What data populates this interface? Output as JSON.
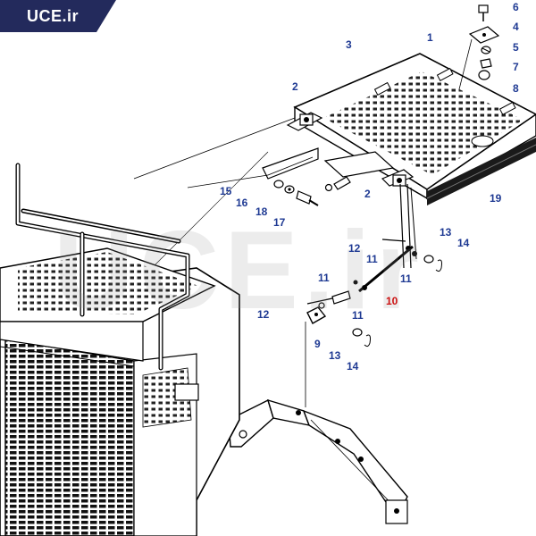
{
  "brand": {
    "label": "UCE.ir",
    "badge_color": "#232a5c",
    "text_color": "#ffffff"
  },
  "watermark": {
    "text": "UCE.ir"
  },
  "callout_colors": {
    "default": "#1f3a93",
    "highlight": "#cc1111"
  },
  "callouts": [
    {
      "id": "c1",
      "label": "1",
      "highlight": false
    },
    {
      "id": "c2a",
      "label": "2",
      "highlight": false
    },
    {
      "id": "c2b",
      "label": "2",
      "highlight": false
    },
    {
      "id": "c3",
      "label": "3",
      "highlight": false
    },
    {
      "id": "c4",
      "label": "4",
      "highlight": false
    },
    {
      "id": "c5",
      "label": "5",
      "highlight": false
    },
    {
      "id": "c6",
      "label": "6",
      "highlight": false
    },
    {
      "id": "c7",
      "label": "7",
      "highlight": false
    },
    {
      "id": "c8",
      "label": "8",
      "highlight": false
    },
    {
      "id": "c9",
      "label": "9",
      "highlight": false
    },
    {
      "id": "c10",
      "label": "10",
      "highlight": true
    },
    {
      "id": "c11a",
      "label": "11",
      "highlight": false
    },
    {
      "id": "c11b",
      "label": "11",
      "highlight": false
    },
    {
      "id": "c11c",
      "label": "11",
      "highlight": false
    },
    {
      "id": "c11d",
      "label": "11",
      "highlight": false
    },
    {
      "id": "c12a",
      "label": "12",
      "highlight": false
    },
    {
      "id": "c12b",
      "label": "12",
      "highlight": false
    },
    {
      "id": "c13a",
      "label": "13",
      "highlight": false
    },
    {
      "id": "c13b",
      "label": "13",
      "highlight": false
    },
    {
      "id": "c14a",
      "label": "14",
      "highlight": false
    },
    {
      "id": "c14b",
      "label": "14",
      "highlight": false
    },
    {
      "id": "c15",
      "label": "15",
      "highlight": false
    },
    {
      "id": "c16",
      "label": "16",
      "highlight": false
    },
    {
      "id": "c17",
      "label": "17",
      "highlight": false
    },
    {
      "id": "c18",
      "label": "18",
      "highlight": false
    },
    {
      "id": "c19",
      "label": "19",
      "highlight": false
    }
  ]
}
